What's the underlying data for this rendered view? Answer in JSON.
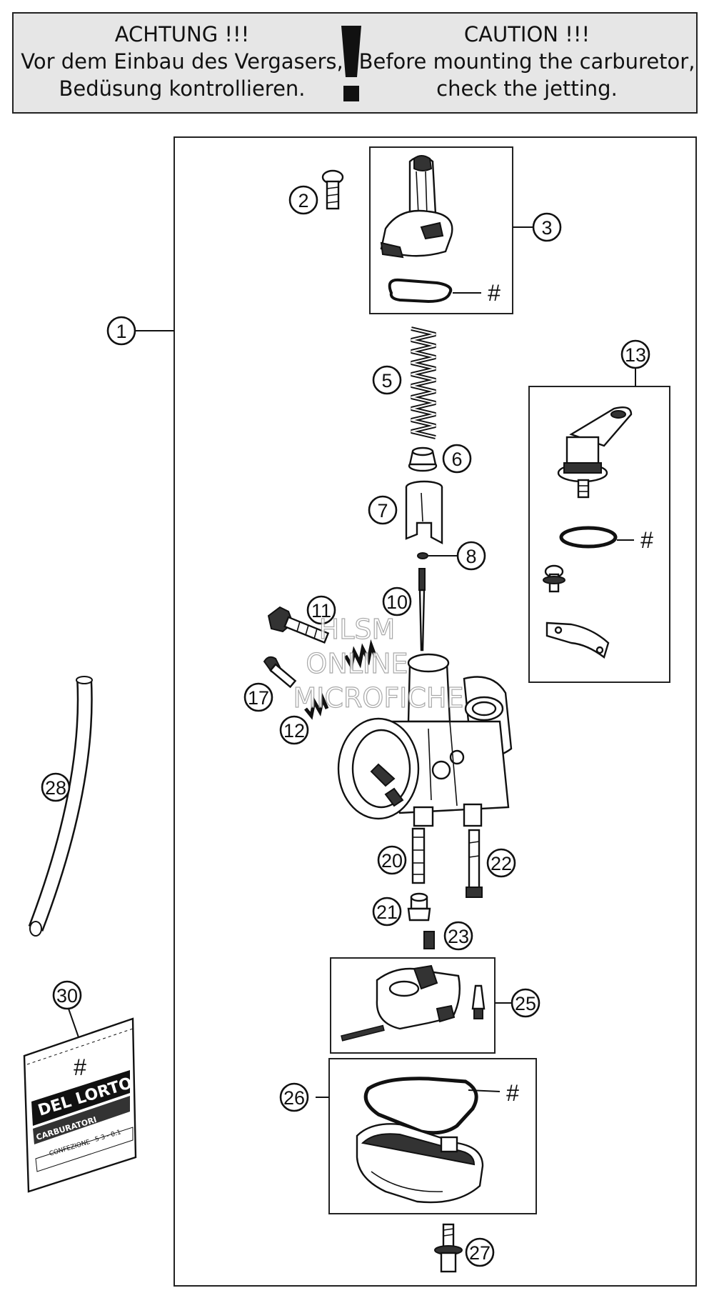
{
  "warning": {
    "de_title": "ACHTUNG !!!",
    "de_line1": "Vor dem Einbau des Vergasers,",
    "de_line2": "Bedüsung kontrollieren.",
    "en_title": "CAUTION !!!",
    "en_line1": "Before mounting the carburetor,",
    "en_line2": "check the jetting.",
    "symbol": "!"
  },
  "callouts": {
    "c1": "1",
    "c2": "2",
    "c3": "3",
    "c5": "5",
    "c6": "6",
    "c7": "7",
    "c8": "8",
    "c10": "10",
    "c11": "11",
    "c12": "12",
    "c13": "13",
    "c17": "17",
    "c20": "20",
    "c21": "21",
    "c22": "22",
    "c23": "23",
    "c25": "25",
    "c26": "26",
    "c27": "27",
    "c28": "28",
    "c30": "30"
  },
  "hash_mark": "#",
  "watermark": {
    "line1": "HLSM",
    "line2": "ONLINE",
    "line3": "MICROFICHE"
  },
  "bag": {
    "logo": "DEL LORTO",
    "label": "CARBURATORI",
    "small_line1": "CONFEZIONE",
    "small_line2": "5 3 - 0.1"
  }
}
